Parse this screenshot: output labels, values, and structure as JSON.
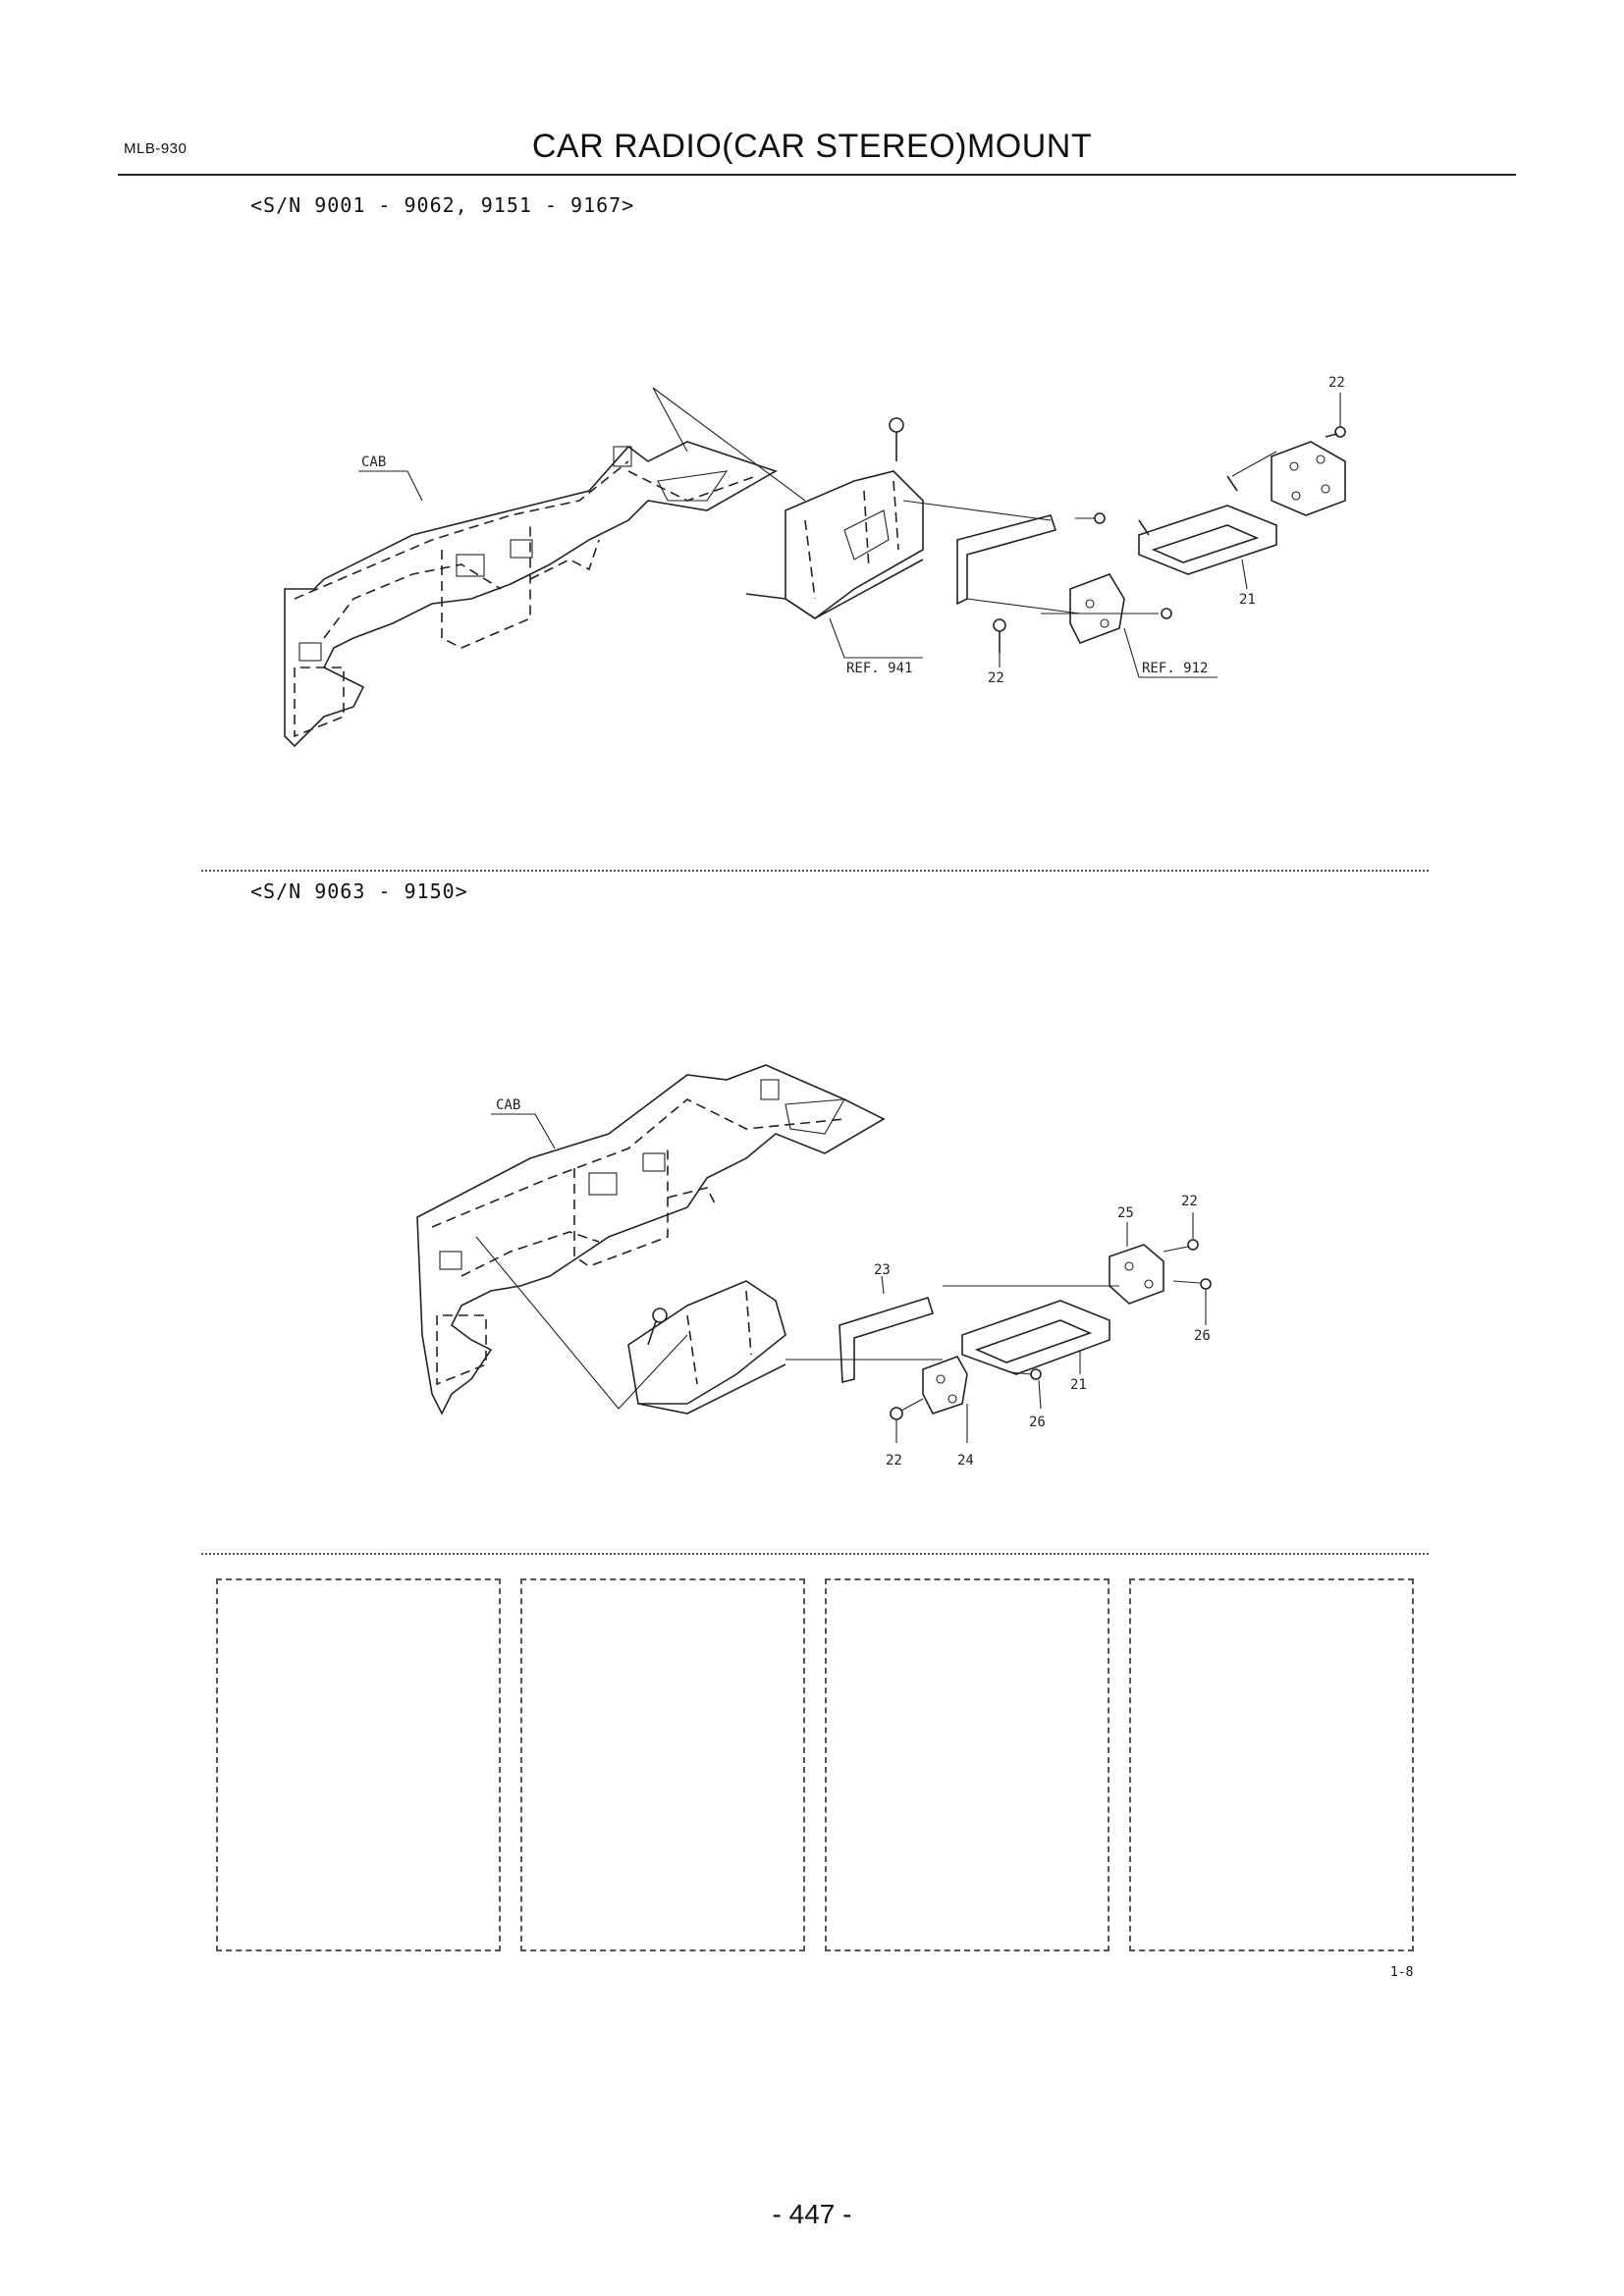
{
  "header": {
    "doc_code": "MLB-930",
    "title": "CAR RADIO(CAR STEREO)MOUNT"
  },
  "sections": [
    {
      "serial_range": "<S/N 9001 - 9062, 9151 - 9167>",
      "labels": {
        "cab": "CAB",
        "ref_a": "REF. 941",
        "ref_b": "REF. 912",
        "part_22_top": "22",
        "part_21": "21",
        "part_22_bottom": "22"
      }
    },
    {
      "serial_range": "<S/N 9063 - 9150>",
      "labels": {
        "cab": "CAB",
        "part_22_top": "22",
        "part_25": "25",
        "part_23": "23",
        "part_26_right": "26",
        "part_21": "21",
        "part_26_bottom": "26",
        "part_22_bottom": "22",
        "part_24": "24"
      }
    }
  ],
  "footer": {
    "figure_code": "1-8",
    "page_number": "- 447 -"
  }
}
